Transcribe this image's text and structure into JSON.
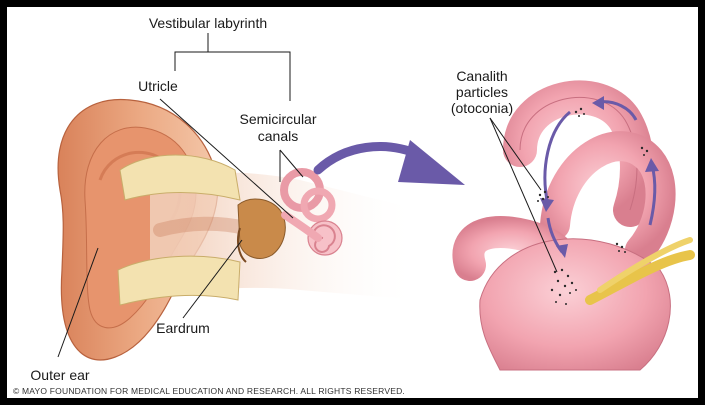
{
  "labels": {
    "vestibular_labyrinth": "Vestibular labyrinth",
    "utricle": "Utricle",
    "semicircular_line1": "Semicircular",
    "semicircular_line2": "canals",
    "canalith_line1": "Canalith",
    "canalith_line2": "particles",
    "canalith_line3": "(otoconia)",
    "eardrum": "Eardrum",
    "outer_ear": "Outer ear"
  },
  "copyright": "© MAYO FOUNDATION FOR MEDICAL EDUCATION AND RESEARCH. ALL RIGHTS RESERVED.",
  "colors": {
    "frame": "#000000",
    "background": "#ffffff",
    "skin": "#e8a07a",
    "bone": "#f3e2b0",
    "labyrinth": "#f0a0ac",
    "arrow": "#6a5aa8",
    "nerve": "#e8c44a"
  }
}
